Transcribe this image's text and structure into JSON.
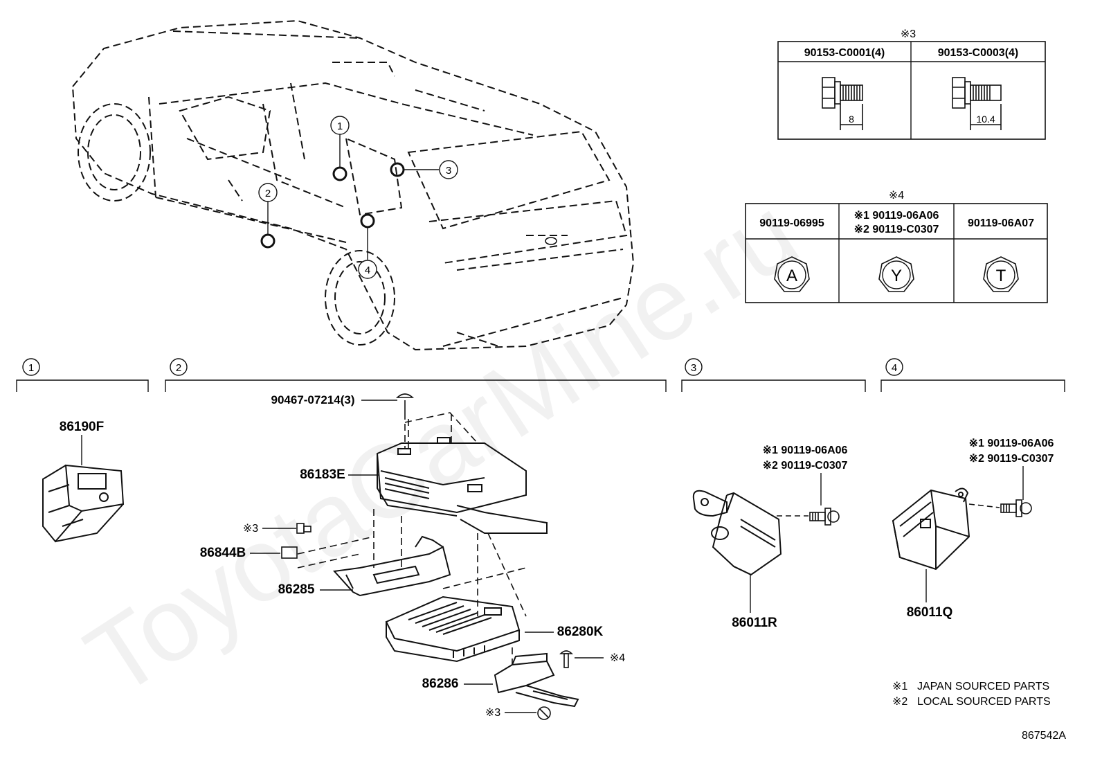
{
  "watermark": "ToyotaCarMine.ru",
  "diagram_id": "867542A",
  "marks": {
    "m1": "※1",
    "m2": "※2",
    "m3": "※3",
    "m4": "※4"
  },
  "legend": [
    {
      "mark": "※1",
      "text": "JAPAN SOURCED PARTS"
    },
    {
      "mark": "※2",
      "text": "LOCAL SOURCED PARTS"
    }
  ],
  "callout_numbers": [
    "1",
    "2",
    "3",
    "4"
  ],
  "bolt_table": {
    "title": "※3",
    "headers": [
      "90153-C0001(4)",
      "90153-C0003(4)"
    ],
    "dims": [
      "8",
      "10.4"
    ]
  },
  "nut_table": {
    "title": "※4",
    "col1": "90119-06995",
    "col2_line1": "※1 90119-06A06",
    "col2_line2": "※2 90119-C0307",
    "col3": "90119-06A07",
    "letters": [
      "A",
      "Y",
      "T"
    ]
  },
  "sections": [
    {
      "number": "1",
      "part": "86190F"
    },
    {
      "number": "2",
      "parts": [
        "90467-07214(3)",
        "86183E",
        "※3",
        "86844B",
        "86285",
        "86280K",
        "※4",
        "86286",
        "※3"
      ]
    },
    {
      "number": "3",
      "part": "86011R",
      "bolt_line1": "※1 90119-06A06",
      "bolt_line2": "※2 90119-C0307"
    },
    {
      "number": "4",
      "part": "86011Q",
      "bolt_line1": "※1 90119-06A06",
      "bolt_line2": "※2 90119-C0307"
    }
  ]
}
